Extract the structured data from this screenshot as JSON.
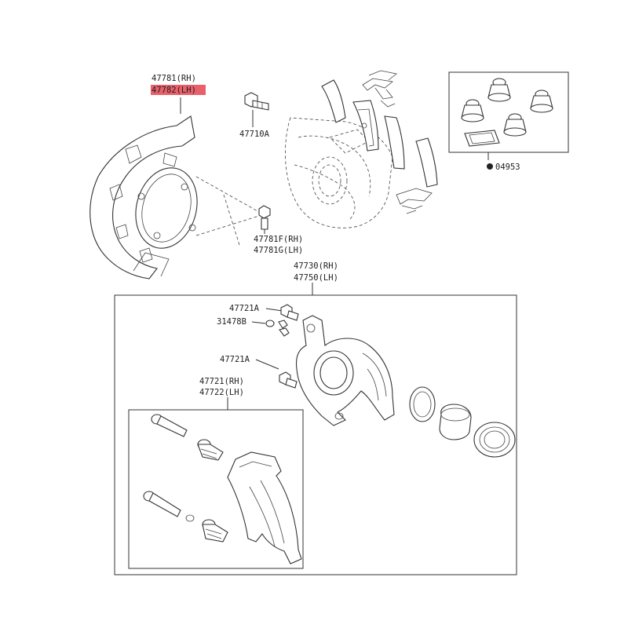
{
  "labels": {
    "shield_rh": "47781(RH)",
    "shield_lh": "47782(LH)",
    "bolt_710a": "47710A",
    "kit": "04953",
    "bolt_781f": "47781F(RH)",
    "bolt_781g": "47781G(LH)",
    "caliper_rh": "47730(RH)",
    "caliper_lh": "47750(LH)",
    "bleeder_a1": "47721A",
    "cap_478b": "31478B",
    "bleeder_a2": "47721A",
    "support_rh": "47721(RH)",
    "support_lh": "47722(LH)"
  },
  "colors": {
    "highlight": "#e8606a",
    "line": "#333333"
  }
}
